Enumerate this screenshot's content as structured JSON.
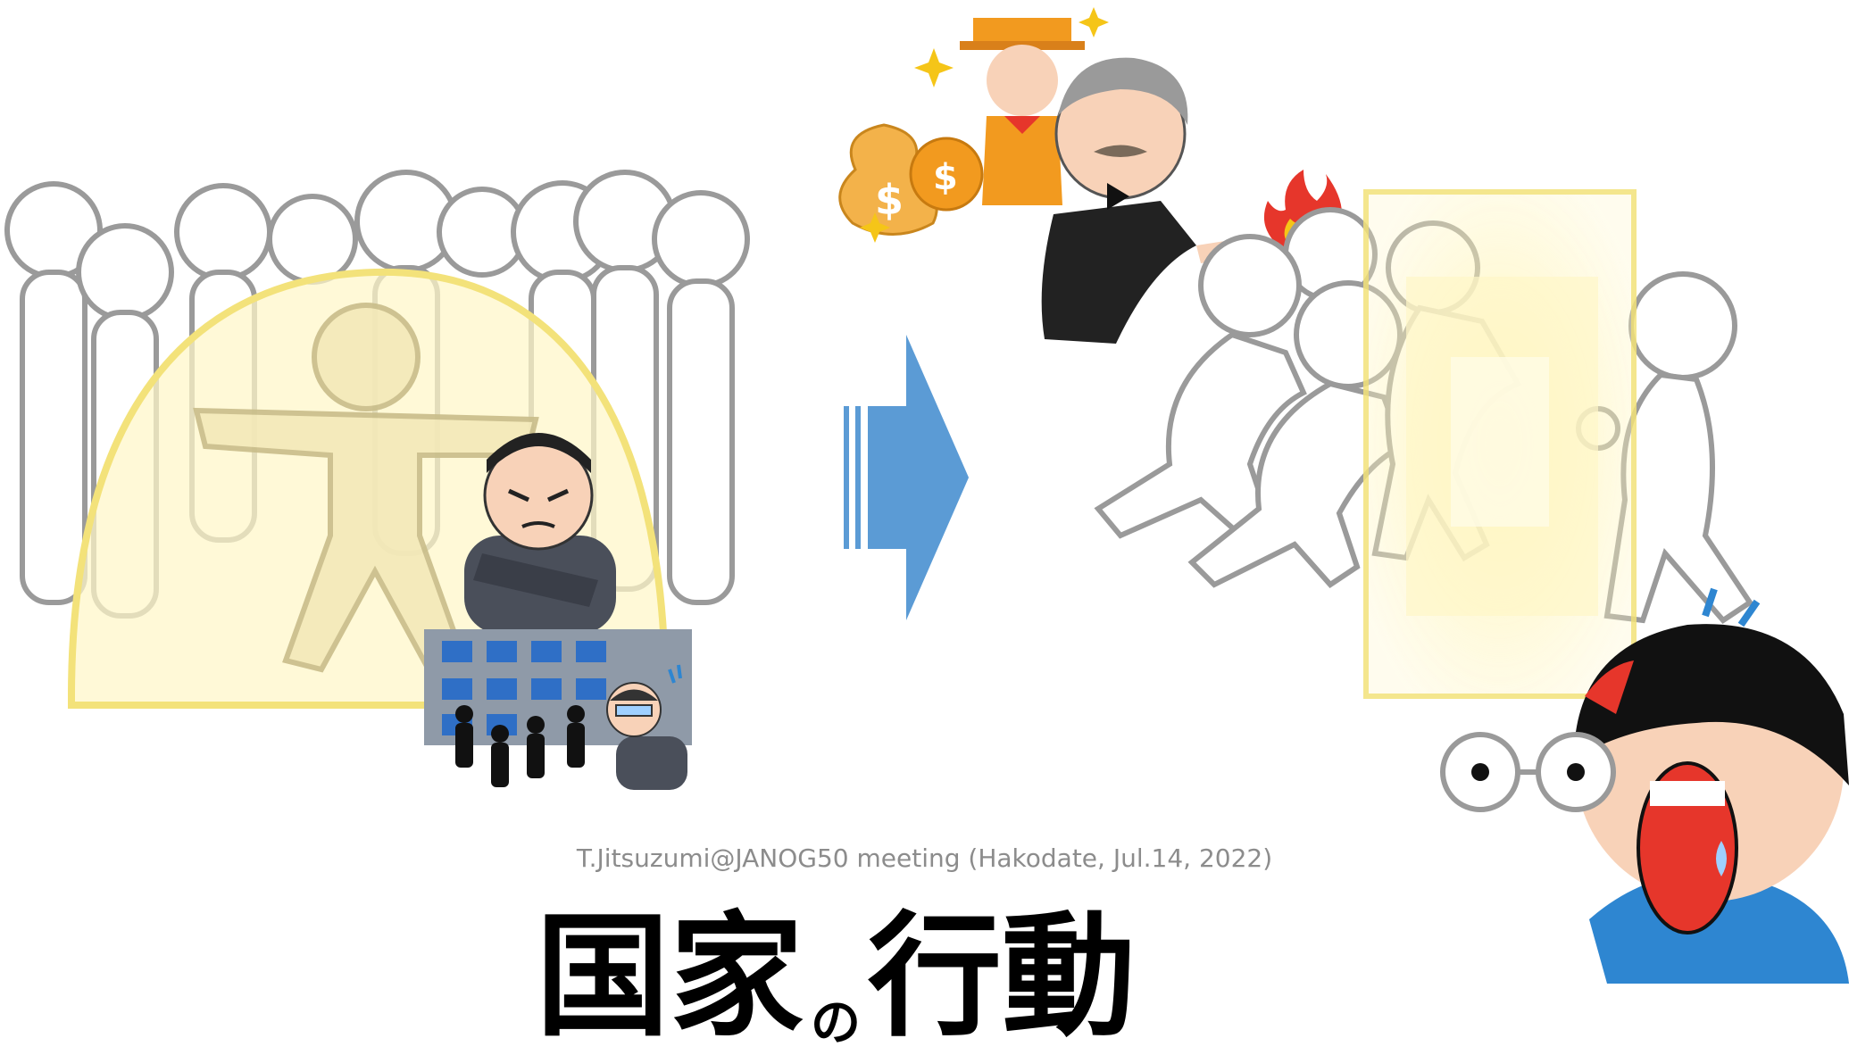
{
  "slide": {
    "credit": "T.Jitsuzumi@JANOG50 meeting (Hakodate, Jul.14, 2022)",
    "title_part1": "国家",
    "title_connector": "の",
    "title_part2": "行動"
  },
  "colors": {
    "accent_arrow": "#5b9bd5",
    "dome_fill": "#fff6c8",
    "dome_stroke": "#f3e27a",
    "figure_stroke": "#9a9a9a",
    "suit": "#4a4f5a",
    "building": "#8f9aa8",
    "window": "#2f6fc6",
    "gold": "#f29a1f",
    "fire": "#e6362b",
    "shirt_blue": "#2e86d1"
  },
  "icons": [
    "crowd-figures-icon",
    "protective-dome-icon",
    "angry-official-icon",
    "office-building-icon",
    "worried-worker-icon",
    "right-arrow-icon",
    "rich-man-with-money-icon",
    "old-gentleman-icon",
    "fire-icon",
    "fighting-figures-icon",
    "glowing-barrier-icon",
    "shocked-man-icon"
  ]
}
